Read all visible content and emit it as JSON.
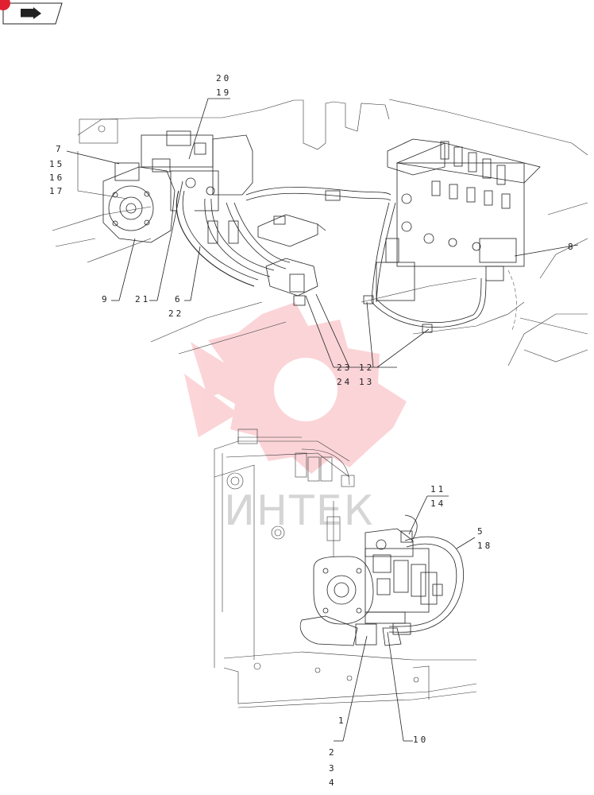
{
  "watermark": {
    "text": "ИНТЕК",
    "color": "#f04050"
  },
  "nav": {
    "icon": "book-arrow-icon",
    "badge_color": "#e02030"
  },
  "callouts_top": [
    "20",
    "19",
    "7",
    "15",
    "16",
    "17",
    "8",
    "9",
    "21",
    "6",
    "22",
    "23",
    "24",
    "12",
    "13"
  ],
  "callouts_bottom": [
    "11",
    "14",
    "5",
    "18",
    "1",
    "2",
    "3",
    "4",
    "10"
  ]
}
